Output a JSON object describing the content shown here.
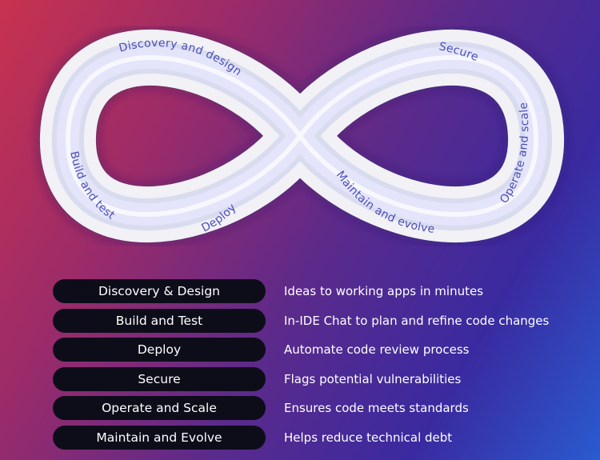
{
  "loop": {
    "labels": [
      "Discovery and design",
      "Secure",
      "Operate and scale",
      "Maintain and evolve",
      "Deploy",
      "Build and test"
    ]
  },
  "stages": [
    {
      "name": "Discovery & Design",
      "description": "Ideas to working apps in minutes"
    },
    {
      "name": "Build and Test",
      "description": "In-IDE Chat to plan and refine code changes"
    },
    {
      "name": "Deploy",
      "description": "Automate code review process"
    },
    {
      "name": "Secure",
      "description": "Flags potential vulnerabilities"
    },
    {
      "name": "Operate and Scale",
      "description": "Ensures code meets standards"
    },
    {
      "name": "Maintain and Evolve",
      "description": "Helps reduce technical debt"
    }
  ]
}
